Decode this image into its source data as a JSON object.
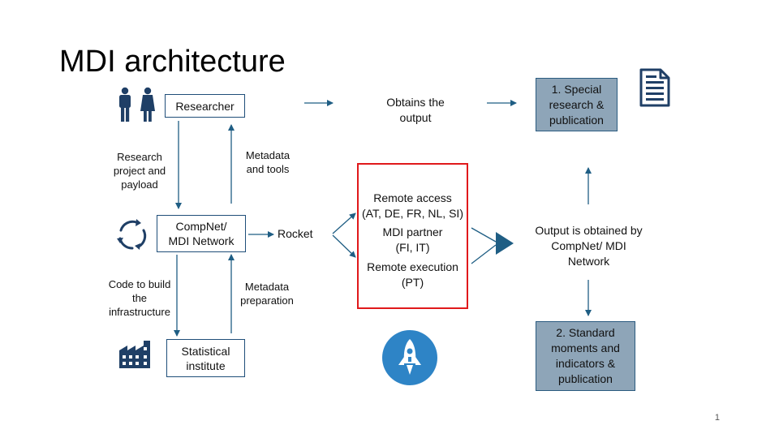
{
  "title": "MDI architecture",
  "nodes": {
    "researcher": "Researcher",
    "compnet": "CompNet/\nMDI Network",
    "statistical": "Statistical\ninstitute",
    "rocket": "Rocket",
    "obtains": "Obtains the\noutput",
    "special": "1. Special\nresearch &\npublication",
    "output_obtained": "Output is obtained by\nCompNet/ MDI\nNetwork",
    "standard": "2. Standard\nmoments and\nindicators &\npublication"
  },
  "edge_labels": {
    "research_project": "Research\nproject and\npayload",
    "metadata_tools": "Metadata\nand tools",
    "code_build": "Code to build\nthe\ninfrastructure",
    "metadata_prep": "Metadata\npreparation"
  },
  "remote_box": {
    "line1": "Remote  access",
    "line2": "(AT, DE, FR, NL, SI)",
    "line3": "MDI partner",
    "line4": "(FI, IT)",
    "line5": "Remote  execution",
    "line6": "(PT)"
  },
  "page_number": "1",
  "icons": {
    "people": "people-icon",
    "cycle": "cycle-arrows-icon",
    "factory": "factory-icon",
    "document": "document-icon",
    "rocket": "rocket-icon",
    "triangle": "play-triangle-icon"
  },
  "colors": {
    "arrow": "#1f5e84",
    "box_border": "#1f4e79",
    "grey_fill": "#8ea5b8",
    "icon_dark": "#1f3f66",
    "rocket_circle": "#2e84c6",
    "red_border": "#e0191b"
  }
}
